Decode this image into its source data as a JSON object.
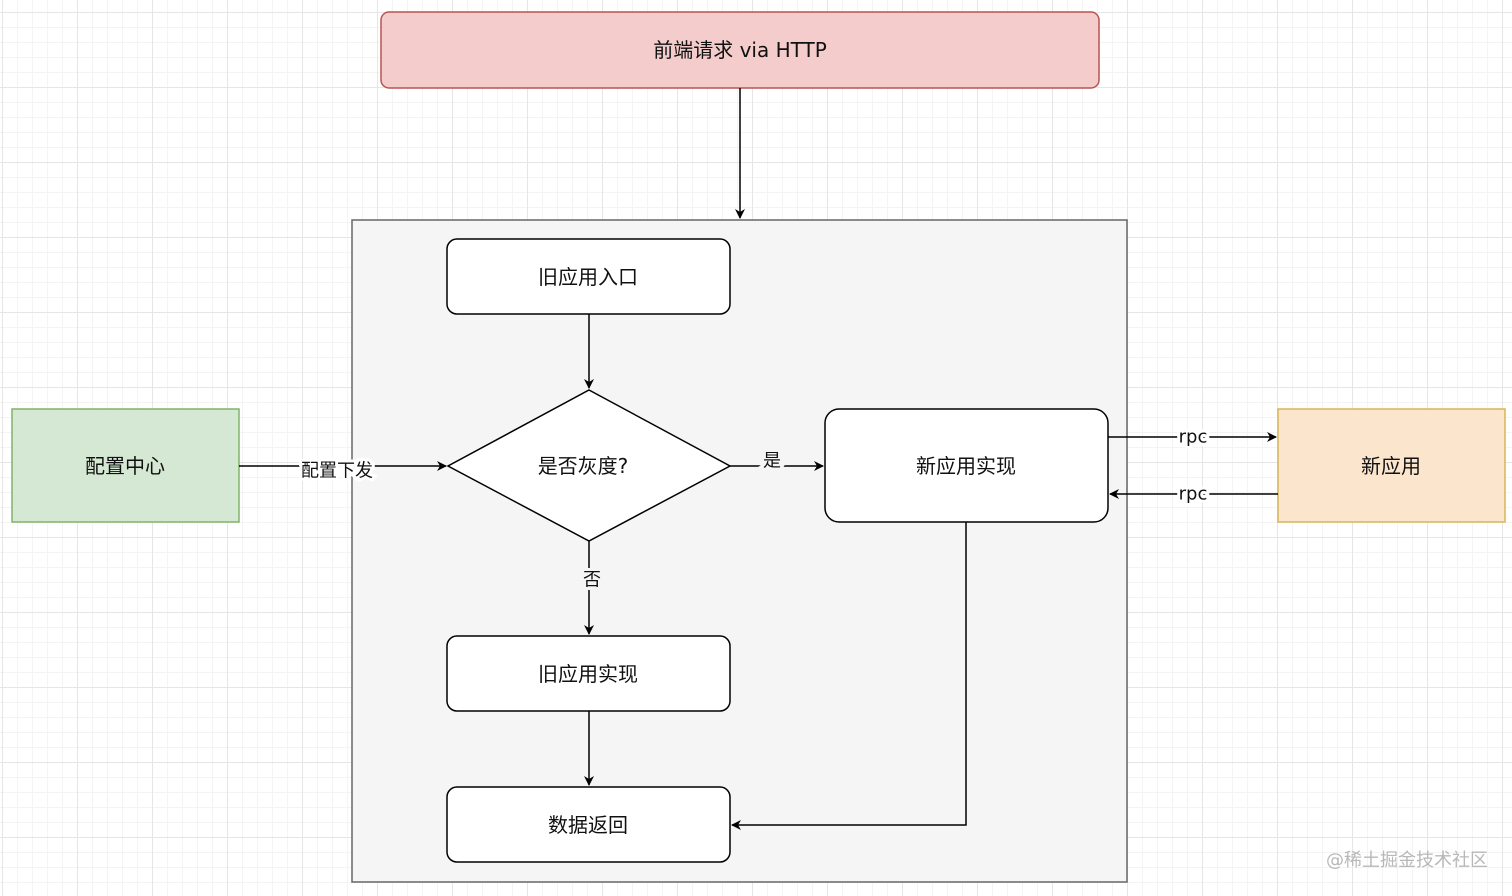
{
  "nodes": {
    "frontend_request": "前端请求 via HTTP",
    "old_app_entry": "旧应用入口",
    "is_gray": "是否灰度?",
    "new_app_impl": "新应用实现",
    "old_app_impl": "旧应用实现",
    "data_return": "数据返回",
    "config_center": "配置中心",
    "new_app": "新应用"
  },
  "edges": {
    "config_push": "配置下发",
    "yes": "是",
    "no": "否",
    "rpc_out": "rpc",
    "rpc_in": "rpc"
  },
  "colors": {
    "frontend_fill": "#f4cccc",
    "frontend_stroke": "#b85450",
    "config_fill": "#d5e8d4",
    "config_stroke": "#82b366",
    "new_app_fill": "#fce5cd",
    "new_app_stroke": "#d6b656",
    "container_fill": "#f5f5f5",
    "container_stroke": "#666666"
  },
  "watermark": "@稀土掘金技术社区"
}
